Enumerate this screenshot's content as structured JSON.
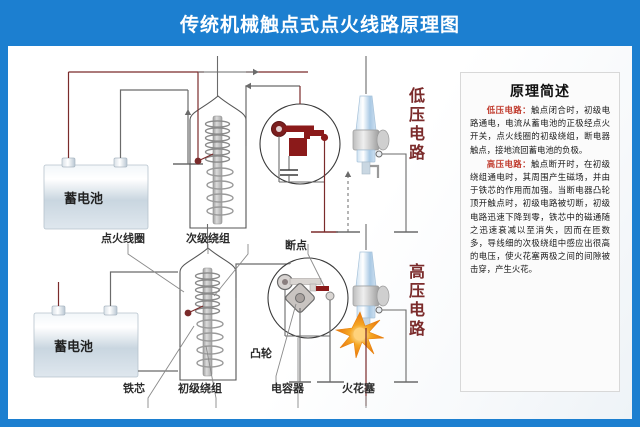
{
  "header": {
    "title": "传统机械触点式点火线路原理图",
    "bg_color": "#1c7fd0",
    "text_color": "#ffffff"
  },
  "info_panel": {
    "title": "原理简述",
    "paragraphs": [
      {
        "keyword": "低压电路：",
        "body": "触点闭合时，初级电路通电，电流从蓄电池的正极经点火开关，点火线圈的初级绕组，断电器触点，接地流回蓄电池的负极。"
      },
      {
        "keyword": "高压电路：",
        "body": "触点断开时，在初级绕组通电时，其周围产生磁场，并由于铁芯的作用而加强。当断电器凸轮顶开触点时，初级电路被切断，初级电路迅速下降到零，铁芯中的磁通随之迅速衰减以至消失，因而在匝数多，导线细的次极绕组中感应出很高的电压，使火花塞两极之间的间隙被击穿，产生火花。"
      }
    ],
    "keyword_color": "#c0392b"
  },
  "sections": {
    "low_voltage_label": [
      "低",
      "压",
      "电",
      "路"
    ],
    "high_voltage_label": [
      "高",
      "压",
      "电",
      "路"
    ],
    "label_color": "#7b2b2b"
  },
  "top_diagram": {
    "battery_label": "蓄电池"
  },
  "bottom_diagram": {
    "battery_label": "蓄电池",
    "labels": {
      "ignition_coil": "点火线圈",
      "secondary_winding": "次级绕组",
      "break_point": "断点",
      "cam": "凸轮",
      "iron_core": "铁芯",
      "primary_winding": "初级绕组",
      "capacitor": "电容器",
      "spark_plug": "火花塞"
    }
  },
  "colors": {
    "wire_dark_red": "#7b2b2b",
    "wire_gray": "#6b6b6b",
    "breaker_red": "#8b1a1a",
    "spark_orange": "#f08c1e",
    "battery_body": "#cfdae3",
    "plug_blue": "#b9d4ea"
  }
}
